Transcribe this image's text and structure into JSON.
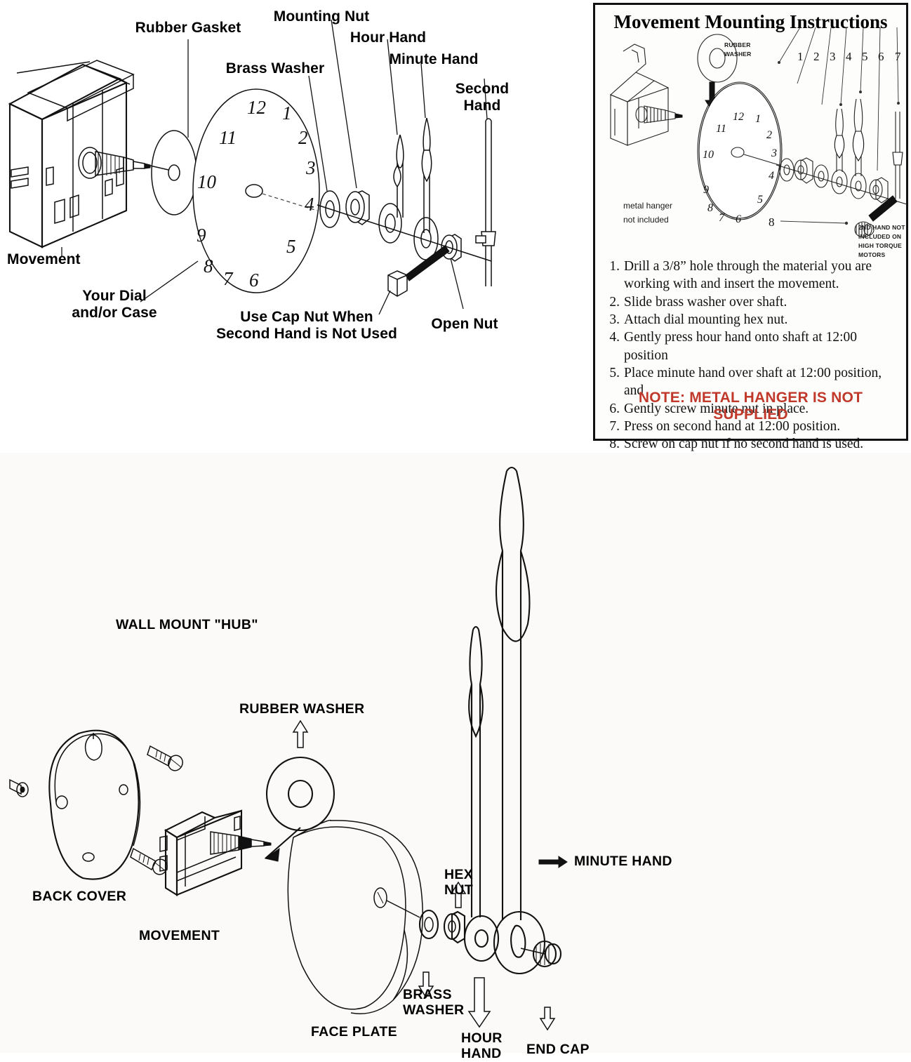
{
  "top_diagram": {
    "name": "clock-movement-exploded-view",
    "labels": {
      "rubber_gasket": "Rubber Gasket",
      "mounting_nut": "Mounting Nut",
      "hour_hand": "Hour Hand",
      "minute_hand": "Minute Hand",
      "brass_washer": "Brass Washer",
      "second_hand_l1": "Second",
      "second_hand_l2": "Hand",
      "movement": "Movement",
      "your_dial_l1": "Your Dial",
      "your_dial_l2": "and/or Case",
      "cap_nut_l1": "Use Cap Nut When",
      "cap_nut_l2": "Second Hand is Not Used",
      "open_nut": "Open Nut"
    },
    "dial_numerals": [
      "12",
      "1",
      "2",
      "3",
      "4",
      "5",
      "6",
      "7",
      "8",
      "9",
      "10",
      "11"
    ]
  },
  "instructions_panel": {
    "title": "Movement Mounting Instructions",
    "rubber_washer_l1": "RUBBER",
    "rubber_washer_l2": "WASHER",
    "metal_hanger_l1": "metal hanger",
    "metal_hanger_l2": "not included",
    "callouts": [
      "1",
      "2",
      "3",
      "4",
      "5",
      "6",
      "7"
    ],
    "callout_8": "8",
    "second_hand_note": [
      "2ND HAND NOT",
      "INCLUDED ON",
      "HIGH TORQUE",
      "MOTORS"
    ],
    "dial_numerals": [
      "12",
      "1",
      "2",
      "3",
      "4",
      "5",
      "6",
      "7",
      "8",
      "9",
      "10",
      "11"
    ],
    "steps": [
      {
        "n": "1.",
        "text": "Drill a 3/8” hole through the material you are working with and insert the movement."
      },
      {
        "n": "2.",
        "text": "Slide brass washer over shaft."
      },
      {
        "n": "3.",
        "text": "Attach dial mounting hex nut."
      },
      {
        "n": "4.",
        "text": "Gently press hour hand onto shaft at 12:00 position"
      },
      {
        "n": "5.",
        "text": "Place minute hand over shaft at 12:00 position, and"
      },
      {
        "n": "6.",
        "text": "Gently screw minute nut in place."
      },
      {
        "n": "7.",
        "text": "Press on second hand at 12:00 position."
      },
      {
        "n": "8.",
        "text": "Screw on cap nut if no second hand is used."
      }
    ],
    "note": "NOTE: METAL HANGER IS NOT SUPPLIED",
    "note_color": "#c0392b"
  },
  "bottom_diagram": {
    "name": "wall-clock-assembly-exploded-view",
    "labels": {
      "wall_mount_hub": "WALL MOUNT \"HUB\"",
      "rubber_washer": "RUBBER WASHER",
      "back_cover": "BACK COVER",
      "movement": "MOVEMENT",
      "face_plate": "FACE PLATE",
      "hex_nut_l1": "HEX",
      "hex_nut_l2": "NUT",
      "brass_washer_l1": "BRASS",
      "brass_washer_l2": "WASHER",
      "hour_hand_l1": "HOUR",
      "hour_hand_l2": "HAND",
      "end_cap": "END CAP",
      "minute_hand": "MINUTE HAND"
    }
  },
  "colors": {
    "ink": "#111111",
    "paper": "#ffffff",
    "panel_bg": "#fbfaf8",
    "note_red": "#c0392b"
  }
}
